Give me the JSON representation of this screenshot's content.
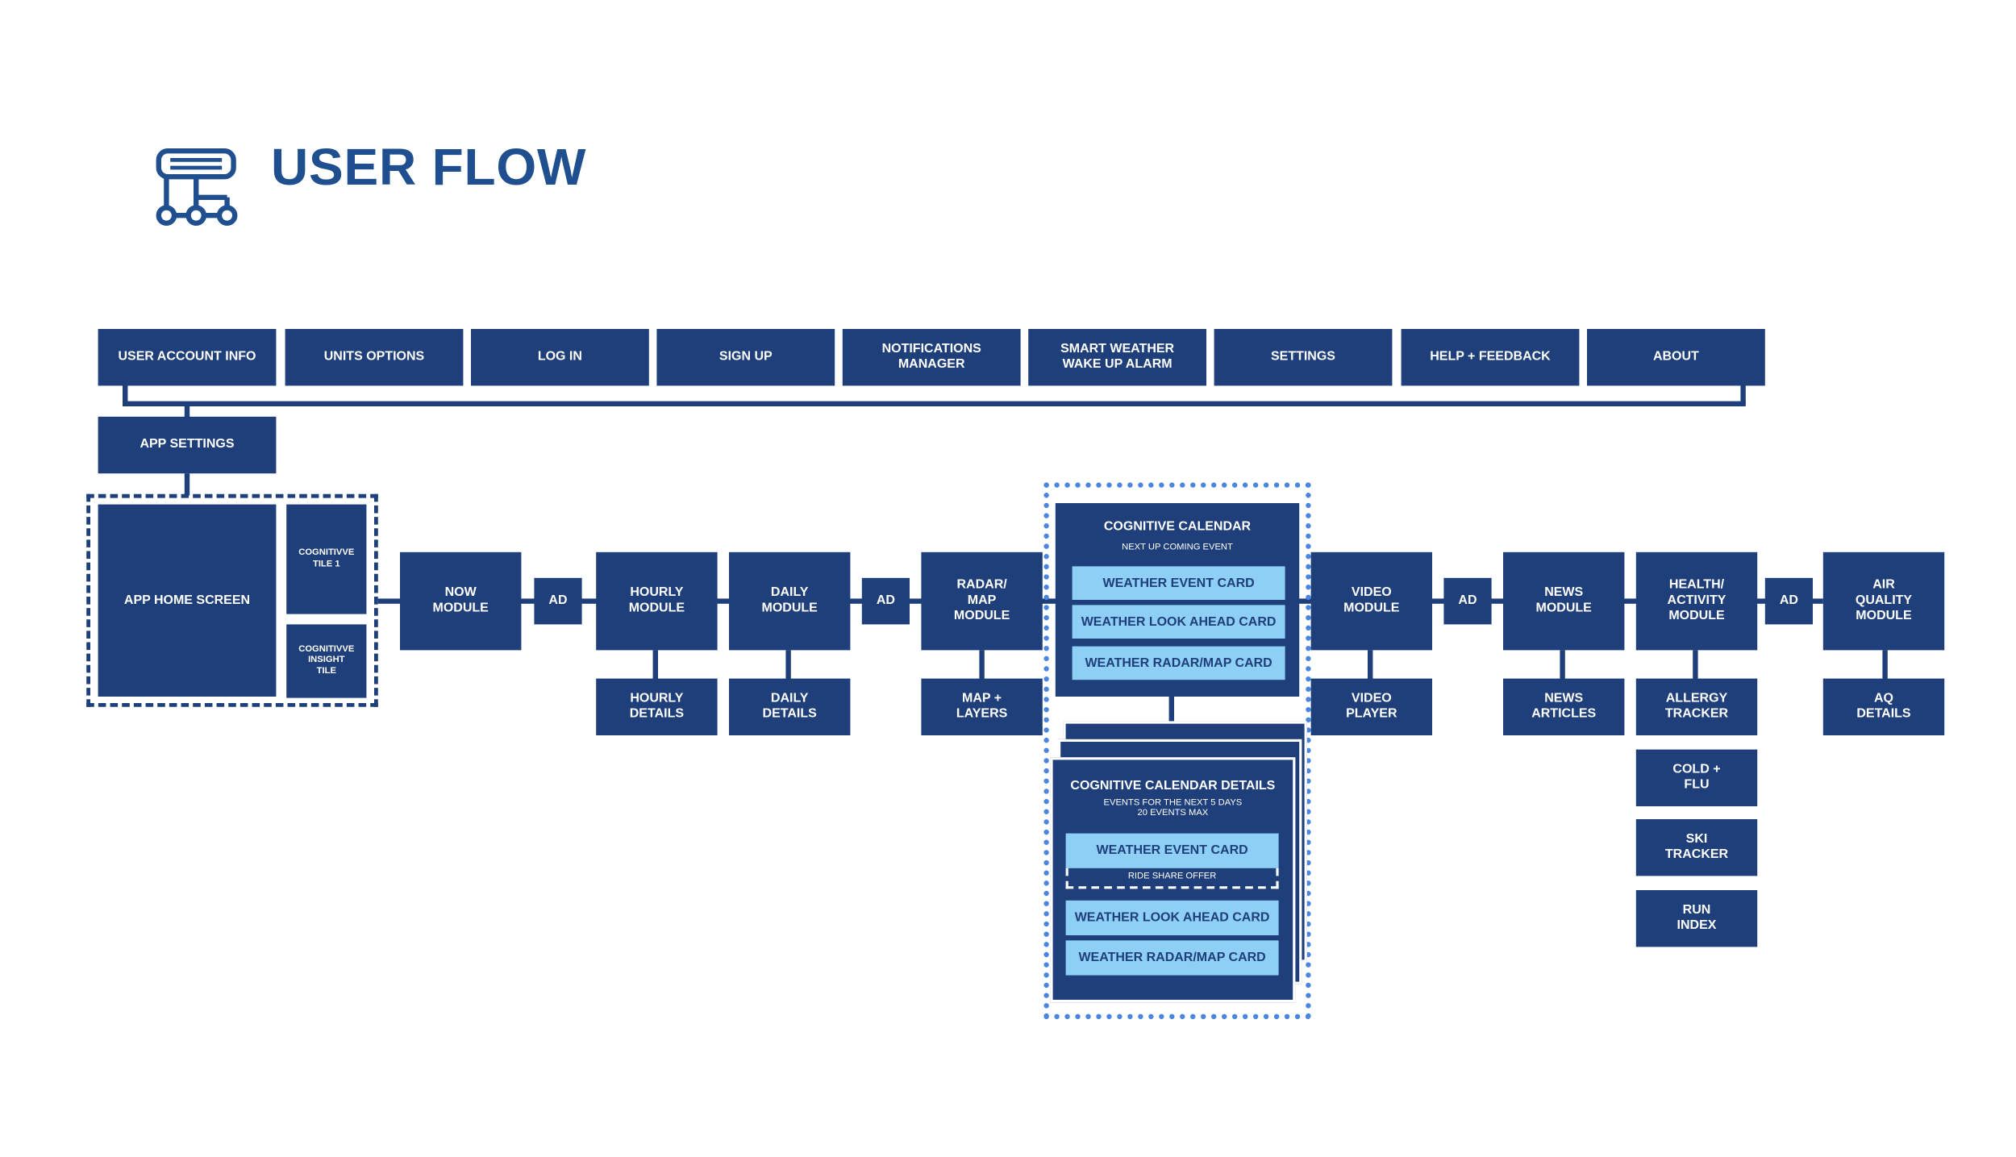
{
  "title": "USER FLOW",
  "icon": "user-flow-icon",
  "colors": {
    "box": "#1f3f7a",
    "card": "#8ecff5",
    "title": "#1f4f8f",
    "dotted_outline": "#4a86e0"
  },
  "settings_menu": [
    "USER ACCOUNT INFO",
    "UNITS OPTIONS",
    "LOG IN",
    "SIGN UP",
    "NOTIFICATIONS\nMANAGER",
    "SMART WEATHER\nWAKE UP ALARM",
    "SETTINGS",
    "HELP + FEEDBACK",
    "ABOUT"
  ],
  "app_settings": "APP SETTINGS",
  "home": {
    "screen": "APP HOME SCREEN",
    "tile1": "COGNITIVVE\nTILE 1",
    "tile2": "COGNITIVVE\nINSIGHT\nTILE"
  },
  "modules": {
    "now": "NOW\nMODULE",
    "ad": "AD",
    "hourly": "HOURLY\nMODULE",
    "daily": "DAILY\nMODULE",
    "radar": "RADAR/\nMAP\nMODULE",
    "video": "VIDEO\nMODULE",
    "news": "NEWS\nMODULE",
    "health": "HEALTH/\nACTIVITY\nMODULE",
    "air": "AIR\nQUALITY\nMODULE"
  },
  "details": {
    "hourly": "HOURLY\nDETAILS",
    "daily": "DAILY\nDETAILS",
    "map": "MAP +\nLAYERS",
    "video": "VIDEO\nPLAYER",
    "news": "NEWS\nARTICLES",
    "allergy": "ALLERGY\nTRACKER",
    "cold": "COLD +\nFLU",
    "ski": "SKI\nTRACKER",
    "run": "RUN\nINDEX",
    "aq": "AQ\nDETAILS"
  },
  "calendar": {
    "title": "COGNITIVE CALENDAR",
    "subtitle": "NEXT UP COMING EVENT",
    "cards": [
      "WEATHER EVENT CARD",
      "WEATHER LOOK AHEAD CARD",
      "WEATHER RADAR/MAP CARD"
    ]
  },
  "calendar_details": {
    "title": "COGNITIVE CALENDAR DETAILS",
    "subtitle": "EVENTS FOR THE NEXT 5 DAYS\n20 EVENTS MAX",
    "event_card": "WEATHER EVENT CARD",
    "ride_share": "RIDE SHARE OFFER",
    "look_ahead": "WEATHER LOOK AHEAD CARD",
    "radar_card": "WEATHER RADAR/MAP CARD"
  }
}
